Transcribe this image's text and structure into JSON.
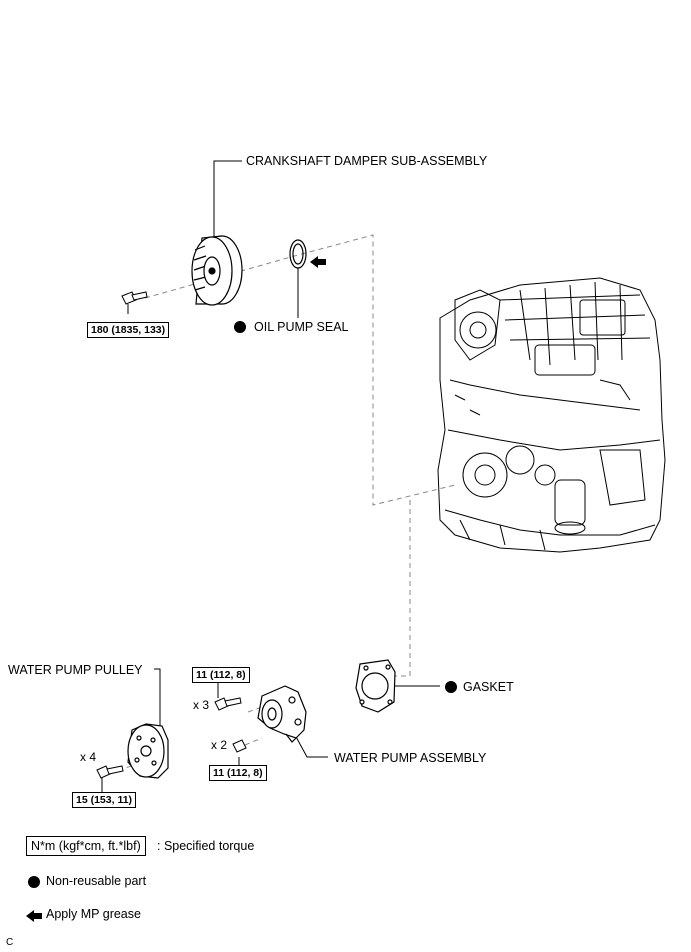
{
  "labels": {
    "crankshaft_damper": "CRANKSHAFT DAMPER SUB-ASSEMBLY",
    "oil_pump_seal": "OIL PUMP SEAL",
    "water_pump_pulley": "WATER PUMP PULLEY",
    "water_pump_assembly": "WATER PUMP ASSEMBLY",
    "gasket": "GASKET"
  },
  "torques": {
    "damper_bolt": "180 (1835, 133)",
    "pump_bolt_top": "11 (112, 8)",
    "pump_bolt_bottom": "11 (112, 8)",
    "pulley_bolt": "15 (153, 11)"
  },
  "quantities": {
    "pump_top": "x 3",
    "pump_bottom": "x 2",
    "pulley": "x 4"
  },
  "legend": {
    "torque_box": "N*m (kgf*cm, ft.*lbf)",
    "torque_desc": ": Specified torque",
    "nonreusable": "Non-reusable part",
    "grease": "Apply MP grease"
  },
  "footer_code": "C"
}
